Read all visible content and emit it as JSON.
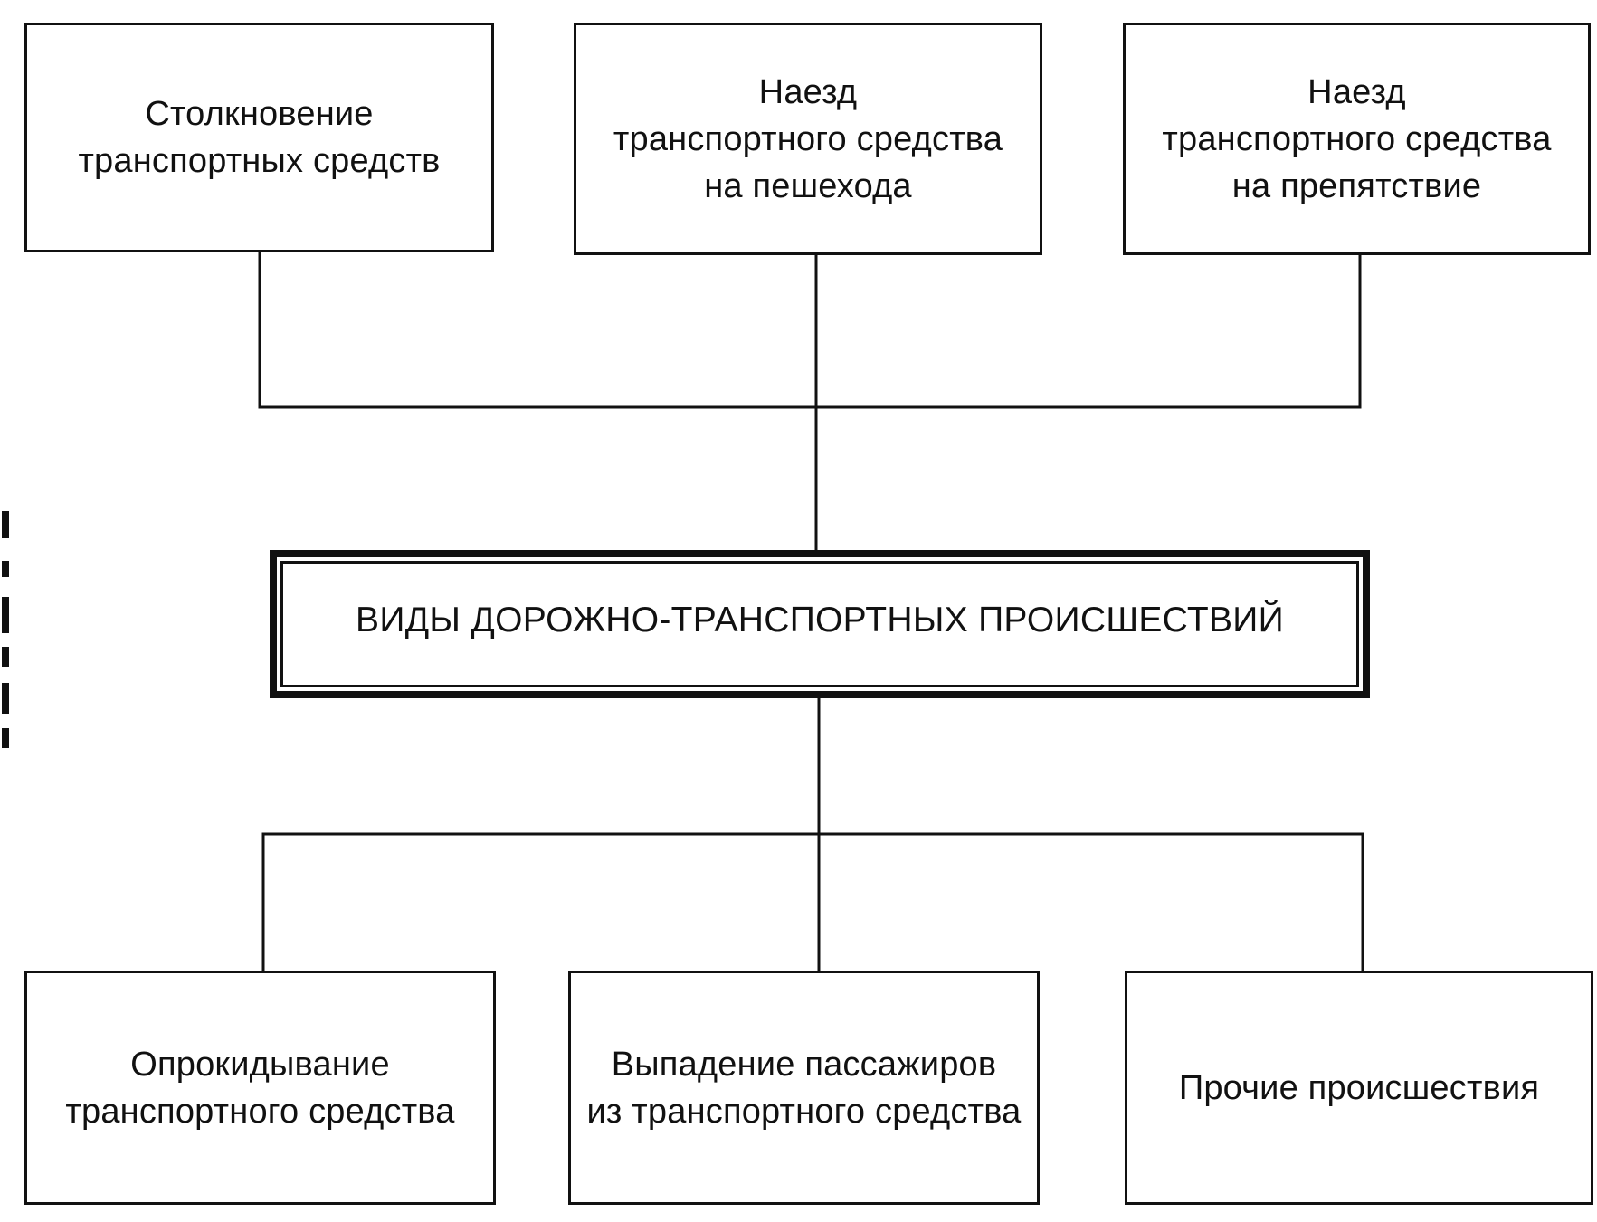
{
  "diagram": {
    "center": {
      "label": "ВИДЫ ДОРОЖНО-ТРАНСПОРТНЫХ ПРОИСШЕСТВИЙ"
    },
    "top_boxes": [
      {
        "label": "Столкновение\nтранспортных средств"
      },
      {
        "label": "Наезд\nтранспортного средства\nна пешехода"
      },
      {
        "label": "Наезд\nтранспортного средства\nна препятствие"
      }
    ],
    "bottom_boxes": [
      {
        "label": "Опрокидывание\nтранспортного средства"
      },
      {
        "label": "Выпадение пассажиров\nиз транспортного средства"
      },
      {
        "label": "Прочие происшествия"
      }
    ],
    "colors": {
      "line": "#111111",
      "background": "#ffffff"
    }
  }
}
